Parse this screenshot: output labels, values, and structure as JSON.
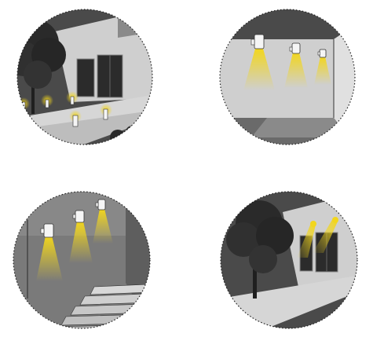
{
  "illustrations": [
    {
      "name": "garden-bollard-lights-scene",
      "icon": "bollard-light-icon"
    },
    {
      "name": "wall-spotlights-downward-scene",
      "icon": "wall-spotlight-icon"
    },
    {
      "name": "staircase-wall-lights-scene",
      "icon": "wall-spotlight-icon"
    },
    {
      "name": "tree-uplights-scene",
      "icon": "tree-uplight-icon"
    }
  ],
  "colors": {
    "background": "#ffffff",
    "dark_gray": "#4a4a4a",
    "mid_gray": "#8a8a8a",
    "light_gray": "#cfcfcf",
    "near_black": "#2b2b2b",
    "light_beam": "#f2d61d",
    "outline": "#222222"
  }
}
